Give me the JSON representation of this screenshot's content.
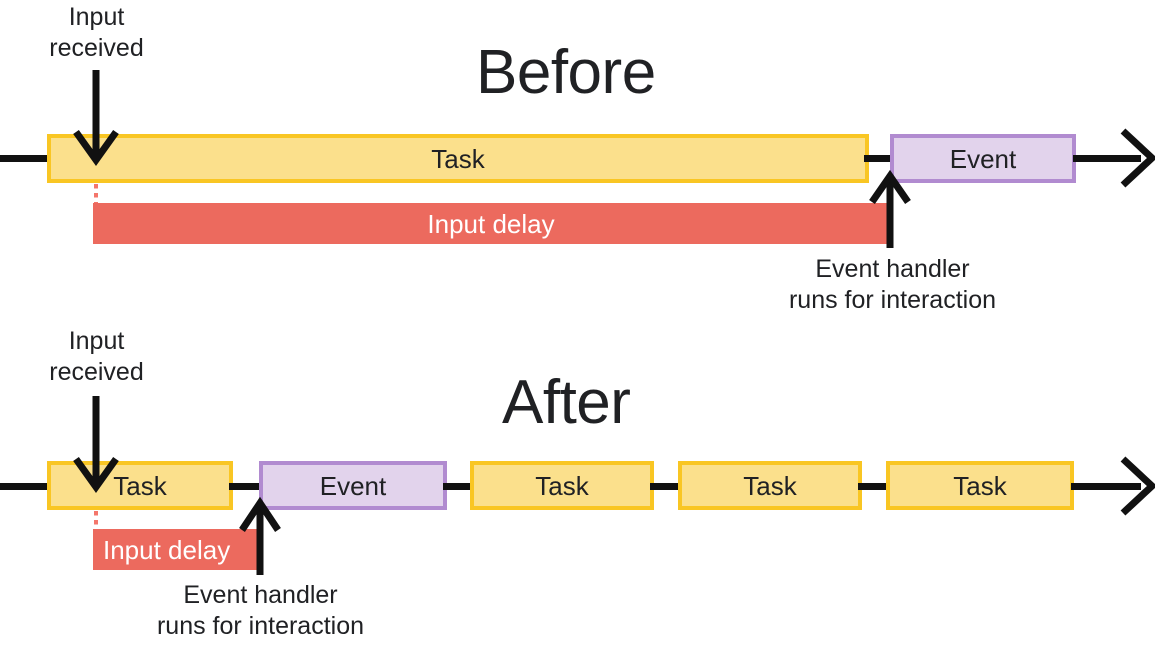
{
  "diagram": {
    "title_before": "Before",
    "title_after": "After",
    "labels": {
      "input_received": "Input\nreceived",
      "input_received_line1": "Input",
      "input_received_line2": "received",
      "event_handler_line1": "Event handler",
      "event_handler_line2": "runs for interaction",
      "input_delay": "Input delay",
      "task": "Task",
      "event": "Event"
    },
    "colors": {
      "task_fill": "#FBE08C",
      "task_border": "#F9C623",
      "event_fill": "#E2D3EC",
      "event_border": "#B18BD0",
      "delay_fill": "#EC6A5E",
      "line": "#111111",
      "text": "#202124",
      "dotted_marker": "#F4766B",
      "background": "#FFFFFF"
    },
    "before": {
      "title": "Before",
      "input_label": "Input\nreceived",
      "blocks": [
        {
          "type": "task",
          "label": "Task"
        },
        {
          "type": "event",
          "label": "Event"
        }
      ],
      "delay": {
        "label": "Input delay"
      },
      "handler_note": "Event handler\nruns for interaction"
    },
    "after": {
      "title": "After",
      "input_label": "Input\nreceived",
      "blocks": [
        {
          "type": "task",
          "label": "Task"
        },
        {
          "type": "event",
          "label": "Event"
        },
        {
          "type": "task",
          "label": "Task"
        },
        {
          "type": "task",
          "label": "Task"
        },
        {
          "type": "task",
          "label": "Task"
        }
      ],
      "delay": {
        "label": "Input delay"
      },
      "handler_note": "Event handler\nruns for interaction"
    }
  }
}
